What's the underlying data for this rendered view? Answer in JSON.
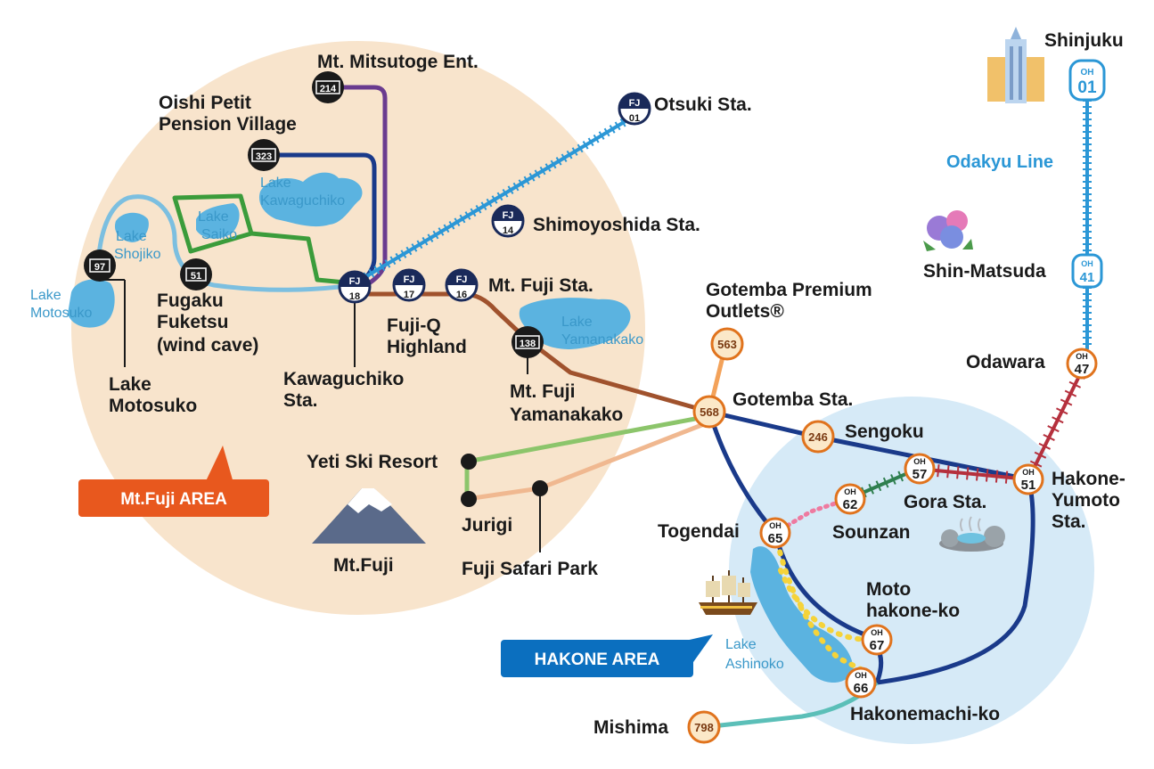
{
  "colors": {
    "fuji_area_bg": "#f8e4cc",
    "hakone_area_bg": "#d6eaf7",
    "odakyu": "#2b97d6",
    "fujikyu": "#2b97d6",
    "brown_line": "#a0522d",
    "navy_line": "#1a3a8a",
    "purple_line": "#6a3b8f",
    "green_line": "#3b9c3b",
    "light_green_line": "#8cc56b",
    "peach_line": "#f0b890",
    "teal_line": "#5bbfb8",
    "lake_blue_line": "#7cbfe0",
    "red_rail": "#b5303d",
    "pink_ropeway": "#ee7aa0",
    "cable_green": "#2f7f4f",
    "cruise_yellow": "#f5d33a",
    "fuji_label": "#e8581e",
    "hakone_label": "#0b6fbf"
  },
  "areas": {
    "fuji": "Mt.Fuji AREA",
    "hakone": "HAKONE AREA"
  },
  "lines": {
    "odakyu": "Odakyu Line"
  },
  "lakes": {
    "kawaguchiko": [
      "Lake",
      "Kawaguchiko"
    ],
    "saiko": [
      "Lake",
      "Saiko"
    ],
    "shojiko": [
      "Lake",
      "Shojiko"
    ],
    "motosuko": [
      "Lake",
      "Motosuko"
    ],
    "yamanakako": [
      "Lake",
      "Yamanakako"
    ],
    "ashinoko": [
      "Lake",
      "Ashinoko"
    ]
  },
  "stations": {
    "shinjuku": {
      "name": "Shinjuku",
      "code": "OH",
      "num": "01"
    },
    "shin_matsuda": {
      "name": "Shin-Matsuda",
      "code": "OH",
      "num": "41"
    },
    "odawara": {
      "name": "Odawara",
      "code": "OH",
      "num": "47"
    },
    "hakone_yumoto": {
      "name": [
        "Hakone-",
        "Yumoto",
        "Sta."
      ],
      "code": "OH",
      "num": "51"
    },
    "gora": {
      "name": "Gora Sta.",
      "code": "OH",
      "num": "57"
    },
    "sounzan": {
      "name": "Sounzan",
      "code": "OH",
      "num": "62"
    },
    "togendai": {
      "name": "Togendai",
      "code": "OH",
      "num": "65"
    },
    "motohakone": {
      "name": [
        "Moto",
        "hakone-ko"
      ],
      "code": "OH",
      "num": "67"
    },
    "hakonemachi": {
      "name": "Hakonemachi-ko",
      "code": "OH",
      "num": "66"
    },
    "otsuki": {
      "name": "Otsuki Sta.",
      "code": "FJ",
      "num": "01"
    },
    "shimoyoshida": {
      "name": "Shimoyoshida Sta.",
      "code": "FJ",
      "num": "14"
    },
    "mt_fuji_sta": {
      "name": "Mt. Fuji Sta.",
      "code": "FJ",
      "num": "16"
    },
    "fujiq": {
      "name": [
        "Fuji-Q",
        "Highland"
      ],
      "code": "FJ",
      "num": "17"
    },
    "kawaguchiko": {
      "name": [
        "Kawaguchiko",
        "Sta."
      ],
      "code": "FJ",
      "num": "18"
    },
    "mitsutoge": {
      "name": "Mt. Mitsutoge Ent.",
      "num": "214"
    },
    "oishi": {
      "name": [
        "Oishi Petit",
        "Pension Village"
      ],
      "num": "323"
    },
    "fugaku": {
      "name": [
        "Fugaku",
        "Fuketsu",
        "(wind cave)"
      ],
      "num": "51"
    },
    "motosuko_stop": {
      "name": [
        "Lake",
        "Motosuko"
      ],
      "num": "97"
    },
    "yamanakako_stop": {
      "name": [
        "Mt. Fuji",
        "Yamanakako"
      ],
      "num": "138"
    },
    "gotemba_outlets": {
      "name": [
        "Gotemba Premium",
        "Outlets®"
      ],
      "num": "563"
    },
    "gotemba": {
      "name": "Gotemba Sta.",
      "num": "568"
    },
    "sengoku": {
      "name": "Sengoku",
      "num": "246"
    },
    "mishima": {
      "name": "Mishima",
      "num": "798"
    },
    "yeti": {
      "name": "Yeti Ski Resort"
    },
    "jurigi": {
      "name": "Jurigi"
    },
    "safari": {
      "name": "Fuji Safari Park"
    },
    "mtfuji": {
      "name": "Mt.Fuji"
    }
  }
}
